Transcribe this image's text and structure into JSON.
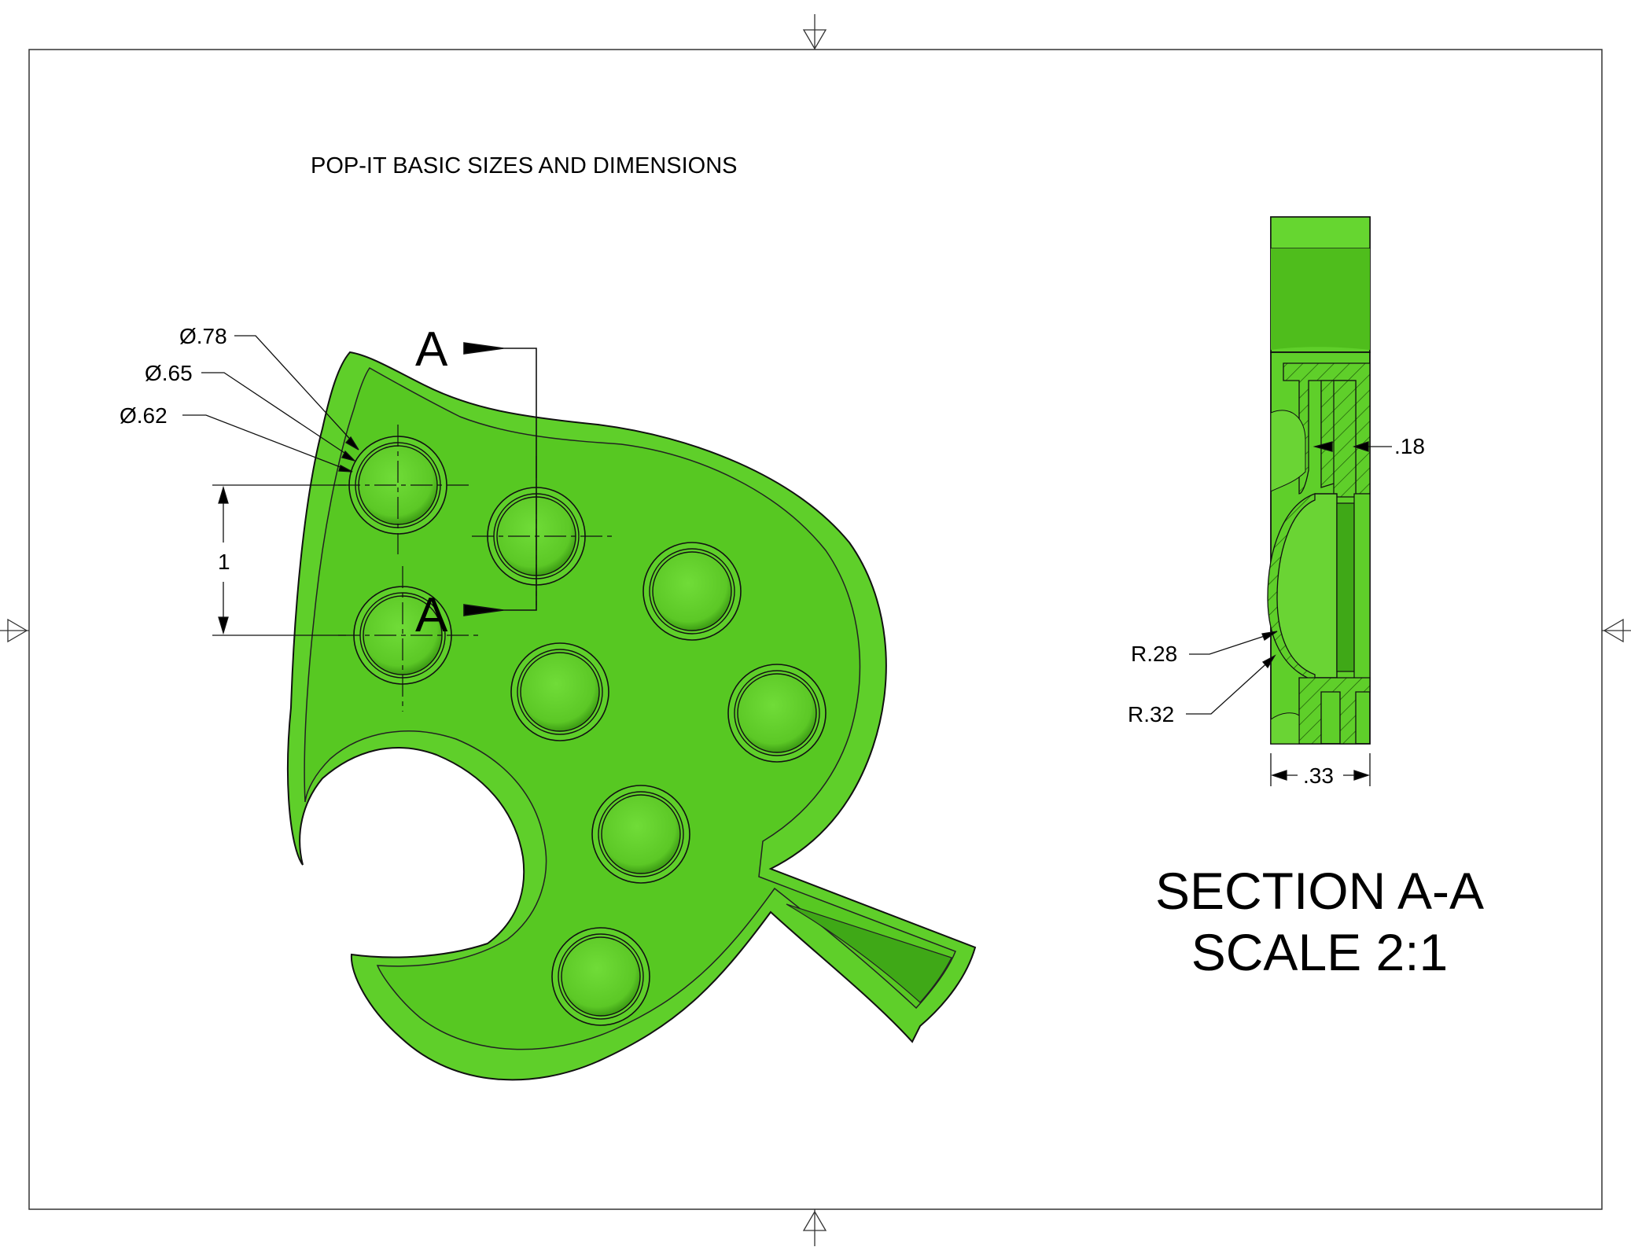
{
  "drawing": {
    "title": "POP-IT BASIC SIZES AND DIMENSIONS",
    "section_title": "SECTION A-A",
    "section_scale": "SCALE 2:1",
    "section_label_top": "A",
    "section_label_bottom": "A"
  },
  "dimensions": {
    "dia_outer": "Ø.78",
    "dia_mid": "Ø.65",
    "dia_inner": "Ø.62",
    "spacing": "1",
    "wall": ".18",
    "radius_inner": "R.28",
    "radius_outer": "R.32",
    "thickness": ".33"
  },
  "colors": {
    "part_fill": "#5fcf2a",
    "part_dark": "#3da814",
    "bubble_fill": "#66d630",
    "line": "#000000"
  }
}
